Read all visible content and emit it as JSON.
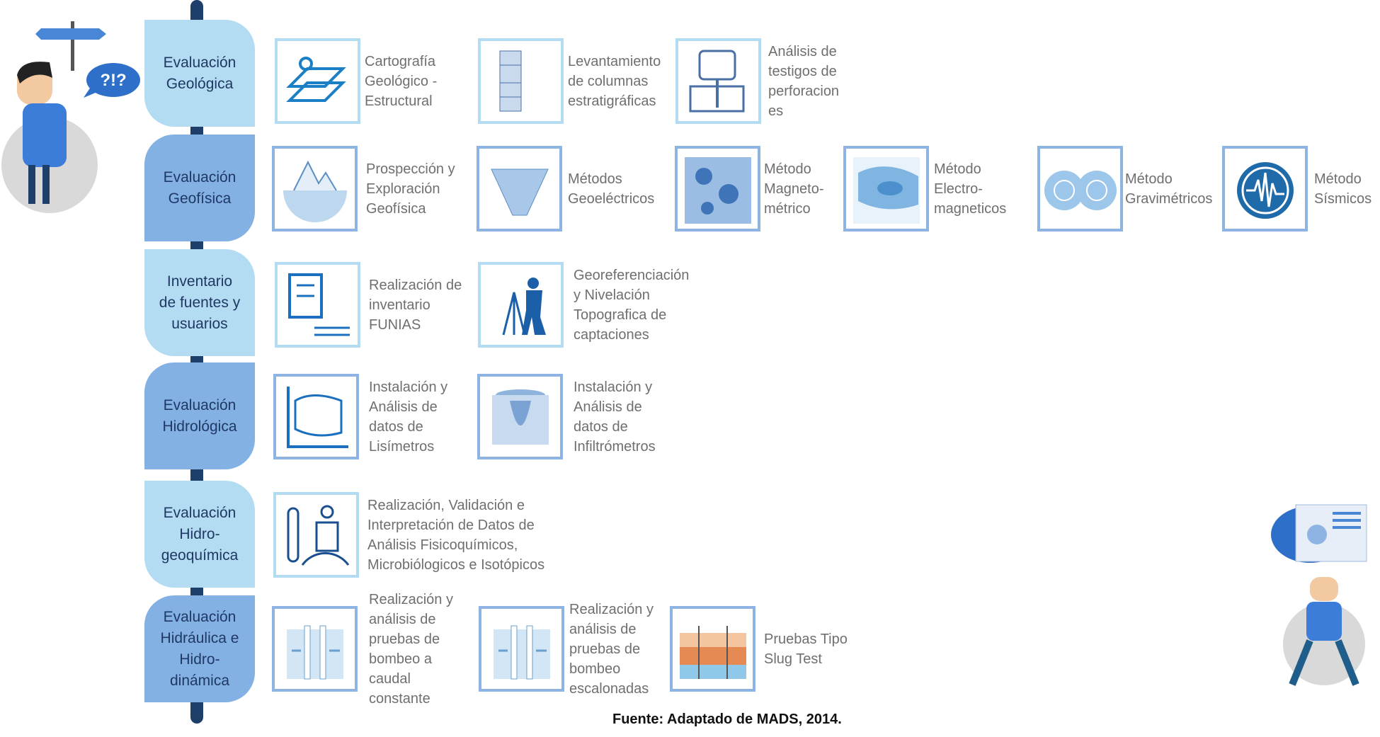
{
  "stages": [
    {
      "label": [
        "Evaluación",
        "Geológica"
      ],
      "items": [
        {
          "icon": "geologic-map-icon",
          "text": [
            "Cartografía",
            "Geológico -",
            "Estructural"
          ]
        },
        {
          "icon": "stratigraphic-column-icon",
          "text": [
            "Levantamiento",
            "de  columnas",
            "estratigráficas"
          ]
        },
        {
          "icon": "core-sample-analysis-icon",
          "text": [
            "Análisis de",
            "testigos de",
            "perforacion",
            "es"
          ]
        }
      ]
    },
    {
      "label": [
        "Evaluación",
        "Geofísica"
      ],
      "items": [
        {
          "icon": "geophysical-exploration-icon",
          "text": [
            "Prospección y",
            "Exploración",
            "Geofísica"
          ]
        },
        {
          "icon": "geoelectric-section-icon",
          "text": [
            "Métodos",
            "Geoeléctricos"
          ]
        },
        {
          "icon": "magnetometric-map-icon",
          "text": [
            "Método",
            "Magneto-",
            "métrico"
          ]
        },
        {
          "icon": "electromagnetic-map-icon",
          "text": [
            "Método",
            "Electro-",
            "magneticos"
          ]
        },
        {
          "icon": "gravimetric-icon",
          "text": [
            "Método",
            "Gravimétricos"
          ]
        },
        {
          "icon": "seismic-wave-icon",
          "text": [
            "Método",
            "Sísmicos"
          ]
        }
      ]
    },
    {
      "label": [
        "Inventario",
        "de fuentes y",
        "usuarios"
      ],
      "items": [
        {
          "icon": "checklist-icon",
          "text": [
            "Realización de",
            "inventario",
            "FUNIAS"
          ]
        },
        {
          "icon": "surveyor-icon",
          "text": [
            "Georeferenciación",
            "y Nivelación",
            "Topografica de",
            "captaciones"
          ]
        }
      ]
    },
    {
      "label": [
        "Evaluación",
        "Hidrológica"
      ],
      "items": [
        {
          "icon": "lysimeter-chart-icon",
          "text": [
            "Instalación y",
            "Análisis de",
            "datos de",
            "Lisímetros"
          ]
        },
        {
          "icon": "infiltrometer-icon",
          "text": [
            "Instalación y",
            "Análisis de",
            "datos de",
            "Infiltrómetros"
          ]
        }
      ]
    },
    {
      "label": [
        "Evaluación",
        "Hidro-",
        "geoquímica"
      ],
      "items": [
        {
          "icon": "lab-sampling-icon",
          "text": [
            "Realización, Validación e",
            "Interpretación de Datos de",
            "Análisis Fisicoquímicos,",
            "Microbiólogicos e Isotópicos"
          ]
        }
      ]
    },
    {
      "label": [
        "Evaluación",
        "Hidráulica  e",
        "Hidro-",
        "dinámica"
      ],
      "items": [
        {
          "icon": "pumping-well-icon",
          "text": [
            "Realización y",
            "análisis de",
            "pruebas de",
            "bombeo a",
            "caudal",
            "constante"
          ]
        },
        {
          "icon": "pumping-well-icon",
          "text": [
            "Realización y",
            "análisis de",
            "pruebas de",
            "bombeo",
            "escalonadas"
          ]
        },
        {
          "icon": "slug-test-icon",
          "text": [
            "Pruebas Tipo",
            "Slug Test"
          ]
        }
      ]
    }
  ],
  "left_figure": {
    "bubble": "?!?"
  },
  "footer": "Fuente: Adaptado de MADS, 2014."
}
